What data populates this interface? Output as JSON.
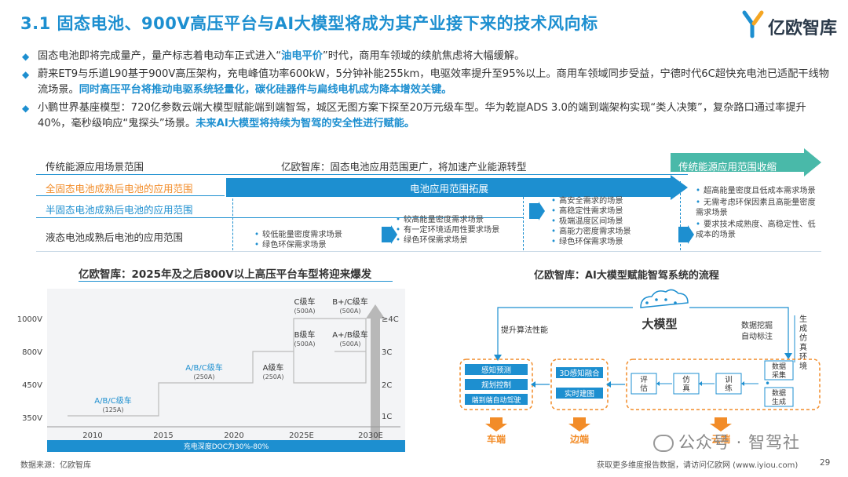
{
  "title": "3.1 固态电池、900V高压平台与AI大模型将成为其产业接下来的技术风向标",
  "logo": {
    "text": "亿欧智库"
  },
  "bullets": [
    {
      "pre": "固态电池即将完成量产，量产标志着电动车正式进入“",
      "hl": "油电平价",
      "post": "”时代，商用车领域的续航焦虑将大幅缓解。"
    },
    {
      "pre": "蔚来ET9与乐道L90基于900V高压架构，充电峰值功率600kW，5分钟补能255km，电驱效率提升至95%以上。商用车领域同步受益，宁德时代6C超快充电池已适配干线物流场景。",
      "hl": "同时高压平台将推动电驱系统轻量化，碳化硅器件与扁线电机成为降本增效关键。",
      "post": ""
    },
    {
      "pre": "小鹏世界基座模型：720亿参数云端大模型赋能端到端智驾，城区无图方案下探至20万元级车型。华为乾崑ADS 3.0的端到端架构实现“类人决策”，复杂路口通过率提升40%，毫秒级响应“鬼探头”场景。",
      "hl": "未来AI大模型将持续为智驾的安全性进行赋能。",
      "post": ""
    }
  ],
  "scope": {
    "row1_left": "传统能源应用场景范围",
    "row1_center": "亿欧智库：固态电池应用范围更广，将加速产业能源转型",
    "row1_right": "传统能源应用范围收缩",
    "row2_left": "全固态电池成熟后电池的应用范围",
    "row2_arrow": "电池应用范围拓展",
    "row3_left": "半固态电池成熟后电池的应用范围",
    "row4_left": "液态电池成熟后电池的应用范围",
    "col1": [
      "较低能量密度需求场景",
      "绿色环保需求场景"
    ],
    "col2": [
      "较高能量密度需求场景",
      "有一定环境适用性要求场景",
      "绿色环保需求场景"
    ],
    "col3": [
      "高安全需求的场景",
      "高稳定性需求场景",
      "极端温度区间场景",
      "高能力密度需求场景",
      "绿色环保需求场景"
    ],
    "col4": [
      "超高能量密度且低成本需求场景",
      "无需考虑环保因素且高能量密度需求场景",
      "要求技术成熟度、高稳定性、低成本的场景"
    ]
  },
  "left_chart": {
    "title": "亿欧智库：2025年及之后800V以上高压平台车型将迎来爆发",
    "y_ticks": [
      "1000V",
      "800V",
      "450V",
      "350V"
    ],
    "x_ticks": [
      "2010",
      "2015",
      "2020",
      "2025E",
      "2030E"
    ],
    "levels_right": [
      "≥4C",
      "3C",
      "2C",
      "1C"
    ],
    "steps": [
      {
        "label": "A/B/C级车",
        "sub": "(125A)"
      },
      {
        "label": "A/B/C级车",
        "sub": "(250A)"
      },
      {
        "label": "A级车",
        "sub": "(250A)"
      },
      {
        "label": "B级车",
        "sub": "(500A)"
      },
      {
        "label": "C级车",
        "sub": "(500A)"
      },
      {
        "label": "A+/B级车",
        "sub": "(500A)"
      },
      {
        "label": "B+/C级车",
        "sub": "(500A)"
      }
    ],
    "bottom_bar": "充电深度DOC为30%-80%"
  },
  "right_flow": {
    "title": "亿欧智库：AI大模型赋能智驾系统的流程",
    "center": "大模型",
    "left_note": "提升算法性能",
    "right_note": "数据挖掘\n自动标注",
    "vertical_note": "生成仿真环境",
    "car_boxes": [
      "感知预测",
      "规划控制",
      "端到端自动驾驶"
    ],
    "edge_boxes": [
      "3D感知融合",
      "实时建图"
    ],
    "cloud_boxes": [
      "评估",
      "仿真",
      "训练"
    ],
    "data_boxes": [
      "数据采集",
      "数据生成"
    ],
    "end_labels": [
      "车端",
      "边端",
      "云端"
    ]
  },
  "footer": {
    "source": "数据来源：亿欧智库",
    "more": "获取更多维度报告数据，请访问亿欧网 (www.iyiou.com)",
    "page": "29",
    "watermark": "公众号 · 智驾社"
  },
  "colors": {
    "accent": "#1d8fd0",
    "orange": "#f28c28",
    "teal": "#3cb4a6"
  }
}
